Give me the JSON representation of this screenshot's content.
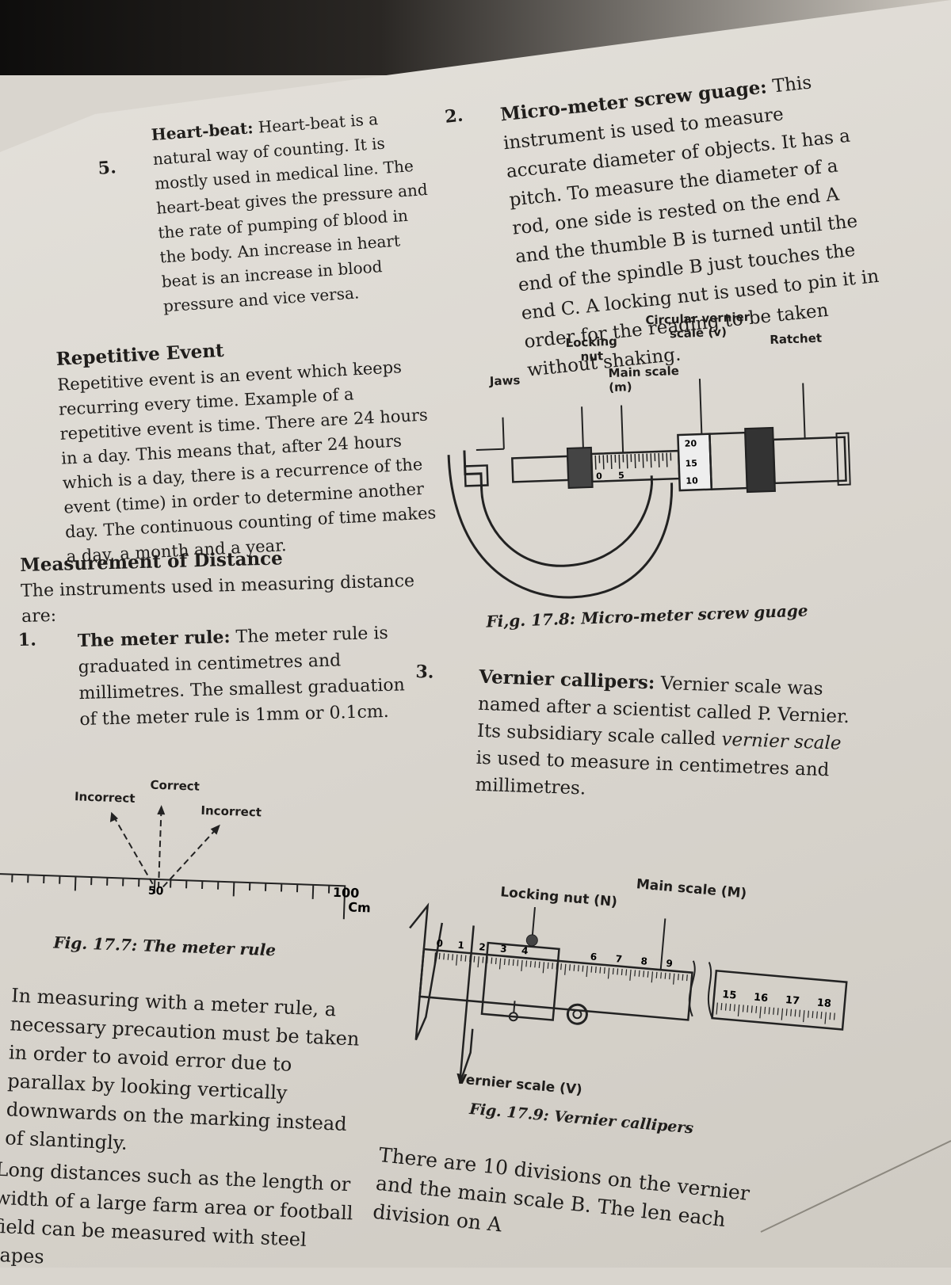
{
  "item5": {
    "number": "5.",
    "title": "Heart-beat:",
    "text": " Heart-beat is a natural way of counting. It is mostly used in medical line. The heart-beat gives the pressure and the rate of pumping of blood in the body. An increase in heart beat is an increase in blood pressure and vice versa."
  },
  "repetitive": {
    "heading": "Repetitive Event",
    "text": "Repetitive event is an event which keeps recurring every time. Example of a repetitive event is time. There are 24 hours in a day. This means that, after 24 hours which is a day, there is a recurrence of the event (time) in order to determine another day. The continuous counting of time makes a day, a month and a year."
  },
  "distance": {
    "heading": "Measurement of Distance",
    "intro": "The instruments used in measuring distance are:",
    "item1_number": "1.",
    "item1_title": "The meter rule:",
    "item1_text": " The meter rule is graduated in centimetres and millimetres. The smallest graduation of the meter rule is 1mm or 0.1cm."
  },
  "fig_meter_rule": {
    "label_correct": "Correct",
    "label_incorrect_left": "Incorrect",
    "label_incorrect_right": "Incorrect",
    "mark_50": "50",
    "mark_100": "100",
    "unit": "Cm",
    "caption": "Fig. 17.7: The meter rule"
  },
  "parallax": {
    "text": "In measuring with a meter rule, a necessary precaution must be taken in order to avoid error due to parallax by looking vertically downwards on the marking instead of slantingly.",
    "long_text": "Long distances such as the length or width of a large farm area or football field can be measured with steel tapes"
  },
  "item2": {
    "number": "2.",
    "title": "Micro-meter screw guage:",
    "text": " This instrument is used to measure accurate diameter of objects. It has a pitch. To measure the diameter of a rod, one side is rested on the end A and the thumble B is turned until the end of the spindle B just touches the end C. A locking nut is used to pin it in order for the reading to be taken without shaking."
  },
  "fig_micrometer": {
    "label_locking_nut": "Locking nut",
    "label_circular": "Circular vernier scale (v)",
    "label_ratchet": "Ratchet",
    "label_jaws": "Jaws",
    "label_main_scale": "Main scale (m)",
    "mark_20": "20",
    "mark_15": "15",
    "mark_10": "10",
    "mark_0": "0",
    "mark_5": "5",
    "caption": "Fi,g. 17.8: Micro-meter screw guage"
  },
  "item3": {
    "number": "3.",
    "title": "Vernier callipers:",
    "text": " Vernier scale was named after a scientist called P. Vernier. Its subsidiary scale called ",
    "italic": "vernier scale",
    "text2": " is used to measure in centimetres and millimetres."
  },
  "fig_vernier": {
    "label_main_scale": "Main scale (M)",
    "label_locking_nut": "Locking nut (N)",
    "label_vernier_scale": "Vernier scale (V)",
    "scale_numbers_a": [
      "0",
      "1",
      "2",
      "3",
      "4"
    ],
    "scale_numbers_b": [
      "6",
      "7",
      "8",
      "9"
    ],
    "scale_numbers_c": [
      "15",
      "16",
      "17",
      "18"
    ],
    "caption": "Fig. 17.9: Vernier callipers"
  },
  "bottom": {
    "text": "There are 10 divisions on the vernier and the main scale B. The len each division on A"
  }
}
